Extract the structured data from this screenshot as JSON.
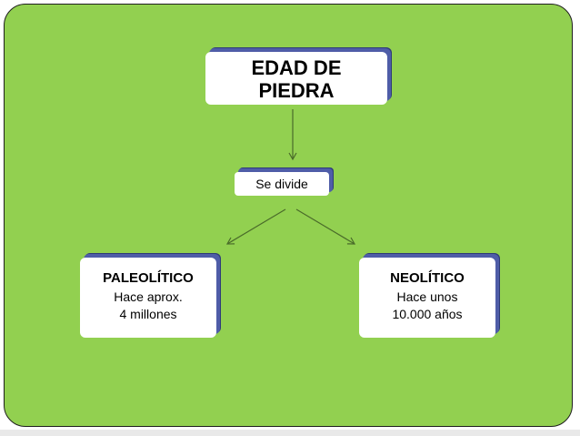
{
  "diagram": {
    "root": {
      "line1": "EDAD DE",
      "line2": "PIEDRA"
    },
    "connector": {
      "label": "Se divide"
    },
    "left": {
      "title": "PALEOLÍTICO",
      "line1": "Hace aprox.",
      "line2": "4 millones"
    },
    "right": {
      "title": "NEOLÍTICO",
      "line1": "Hace unos",
      "line2": "10.000 años"
    }
  },
  "colors": {
    "background": "#92d050",
    "node_fill": "#ffffff",
    "node_shadow": "#4f5da8",
    "arrow": "#4a6b2a"
  }
}
